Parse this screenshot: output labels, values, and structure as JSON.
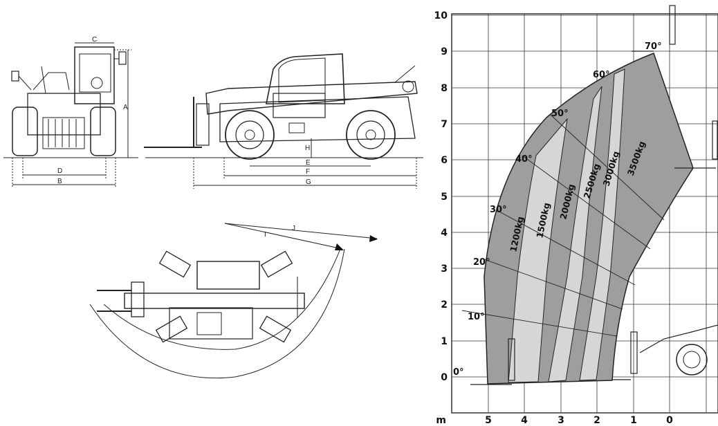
{
  "dimension_labels": {
    "a": "A",
    "b": "B",
    "c": "C",
    "d": "D",
    "e": "E",
    "f": "F",
    "g": "G",
    "h": "H",
    "i": "I",
    "j": "J"
  },
  "load_chart": {
    "unit_label": "m",
    "x_ticks": [
      "5",
      "4",
      "3",
      "2",
      "1",
      "0"
    ],
    "y_ticks": [
      "0",
      "1",
      "2",
      "3",
      "4",
      "5",
      "6",
      "7",
      "8",
      "9",
      "10"
    ],
    "angle_labels": [
      "0°",
      "10°",
      "20°",
      "30°",
      "40°",
      "50°",
      "60°",
      "70°"
    ],
    "capacity_zones": [
      "1200kg",
      "1500kg",
      "2000kg",
      "2500kg",
      "3000kg",
      "3500kg"
    ],
    "colors": {
      "zone_dark": "#9e9e9e",
      "zone_light": "#d6d6d6",
      "grid": "#333333"
    }
  }
}
